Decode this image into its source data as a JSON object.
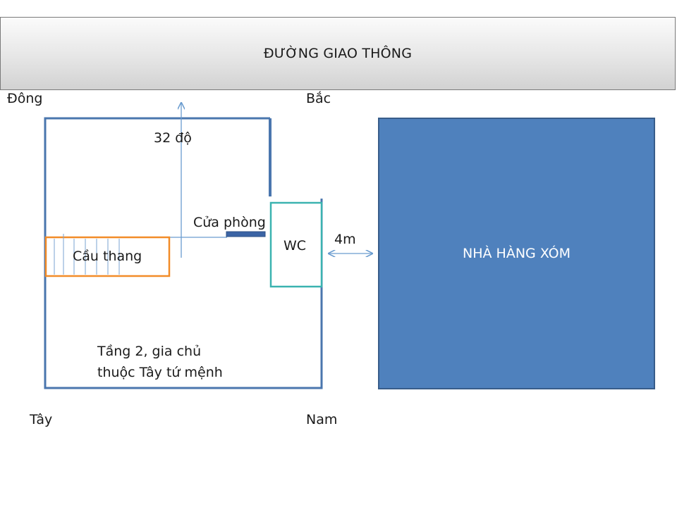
{
  "road": {
    "label": "ĐƯỜNG GIAO THÔNG"
  },
  "directions": {
    "east": "Đông",
    "north": "Bắc",
    "west": "Tây",
    "south": "Nam"
  },
  "house": {
    "angle_label": "32 độ",
    "door_label": "Cửa phòng",
    "wc_label": "WC",
    "stair_label": "Cầu thang",
    "floor_note_line1": "Tầng 2, gia chủ",
    "floor_note_line2": "thuộc Tây tứ mệnh"
  },
  "distance": {
    "label": "4m"
  },
  "neighbor": {
    "label": "NHÀ HÀNG XÓM"
  },
  "colors": {
    "house_outline": "#4a76ae",
    "stair": "#f28c28",
    "wc": "#3bb3b0",
    "neighbor_fill": "#4f81bd",
    "arrow": "#6a9ccf",
    "door": "#3b64a5"
  }
}
